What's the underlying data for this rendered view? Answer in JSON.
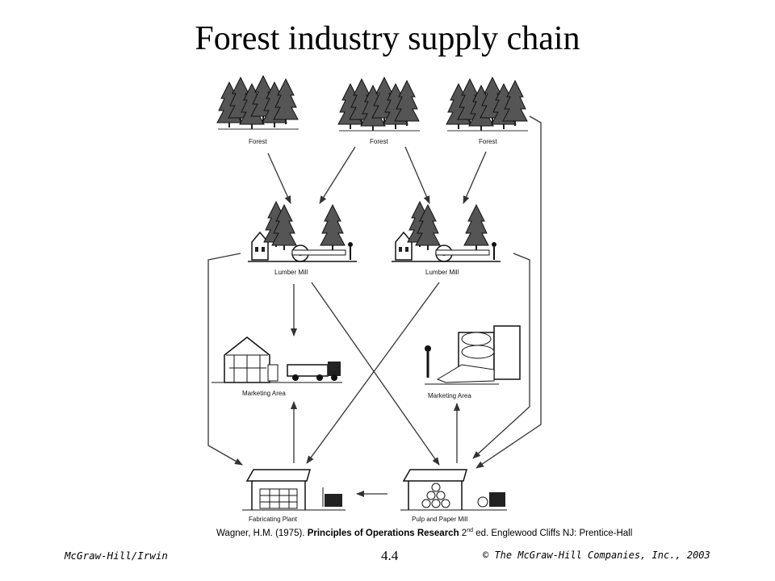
{
  "slide": {
    "title": "Forest industry supply chain",
    "page_number": "4.4"
  },
  "nodes": {
    "forest_left": "Forest",
    "forest_center": "Forest",
    "forest_right": "Forest",
    "lumber_mill_left": "Lumber Mill",
    "lumber_mill_right": "Lumber Mill",
    "marketing_area_left": "Marketing Area",
    "marketing_area_right": "Marketing Area",
    "fabricating_plant": "Fabricating Plant",
    "pulp_paper_mill": "Pulp and Paper Mill"
  },
  "citation": {
    "authors": "Wagner, H.M. (1975). ",
    "book_title": "Principles of Operations Research",
    "edition_num": " 2",
    "edition_sup": "nd",
    "rest": " ed. Englewood Cliffs NJ: Prentice-Hall"
  },
  "footer": {
    "publisher": "McGraw-Hill/Irwin",
    "copyright": "© The McGraw-Hill Companies, Inc., 2003"
  }
}
